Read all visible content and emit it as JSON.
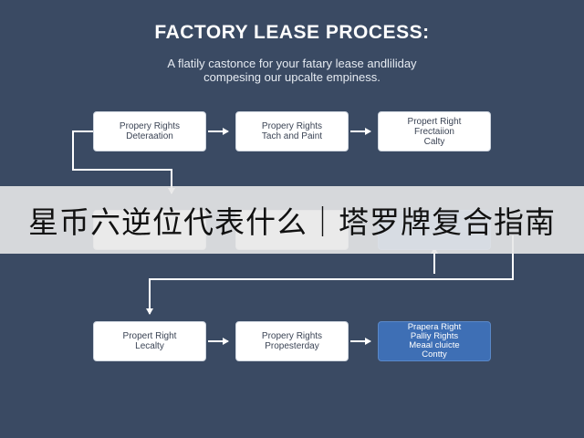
{
  "header": {
    "title": "FACTORY LEASE PROCESS:",
    "subtitle_line1": "A flatily castonce for your fatary lease andliliday",
    "subtitle_line2": "compesing our upcalte empiness."
  },
  "steps": {
    "row1": [
      {
        "label": "Propery Rights\nDeteraation"
      },
      {
        "label": "Propery Rights\nTach and Paint"
      },
      {
        "label": "Propert Right\nFrectaiion\nCalty"
      }
    ],
    "row2": [
      {
        "label": ""
      },
      {
        "label": ""
      },
      {
        "label": ""
      }
    ],
    "row3": [
      {
        "label": "Propert Right\nLecalty"
      },
      {
        "label": "Propery Rights\nPropesterday"
      },
      {
        "label": "Prapera Right\nPalliy Rights\nMeaal cluicte\nContty"
      }
    ]
  },
  "banner": {
    "text": "星币六逆位代表什么｜塔罗牌复合指南"
  },
  "colors": {
    "background": "#3a4a63",
    "box": "#ffffff",
    "highlight_box": "#3e6fb5",
    "connector": "#ffffff",
    "banner": "#e8e8e8"
  }
}
